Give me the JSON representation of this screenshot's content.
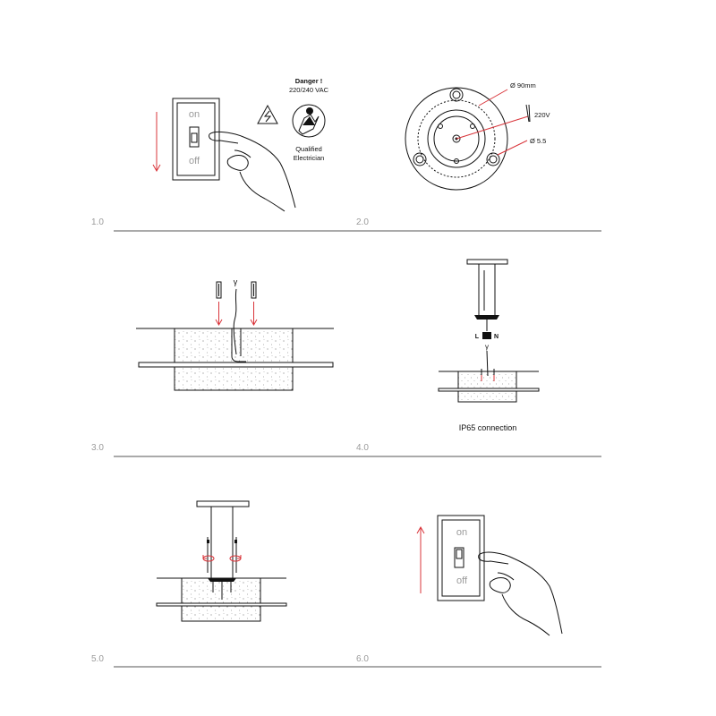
{
  "steps": {
    "s1": {
      "number": "1.0"
    },
    "s2": {
      "number": "2.0"
    },
    "s3": {
      "number": "3.0"
    },
    "s4": {
      "number": "4.0"
    },
    "s5": {
      "number": "5.0"
    },
    "s6": {
      "number": "6.0"
    }
  },
  "warning": {
    "line1": "Danger !",
    "line2": "220/240 VAC",
    "electrician1": "Qualified",
    "electrician2": "Electrician"
  },
  "switch": {
    "on": "on",
    "off": "off"
  },
  "mount": {
    "diameter": "Ø 90mm",
    "voltage": "220V",
    "hole": "Ø 5.5"
  },
  "connection": {
    "caption": "IP65 connection",
    "l": "L",
    "n": "N"
  },
  "colors": {
    "accent": "#d9343a",
    "line": "#111111",
    "rule": "#555555"
  },
  "icons": [
    "lightning-warning-icon",
    "electrician-icon",
    "hand-icon",
    "arrow-down-icon",
    "arrow-up-icon",
    "rotate-icon"
  ]
}
